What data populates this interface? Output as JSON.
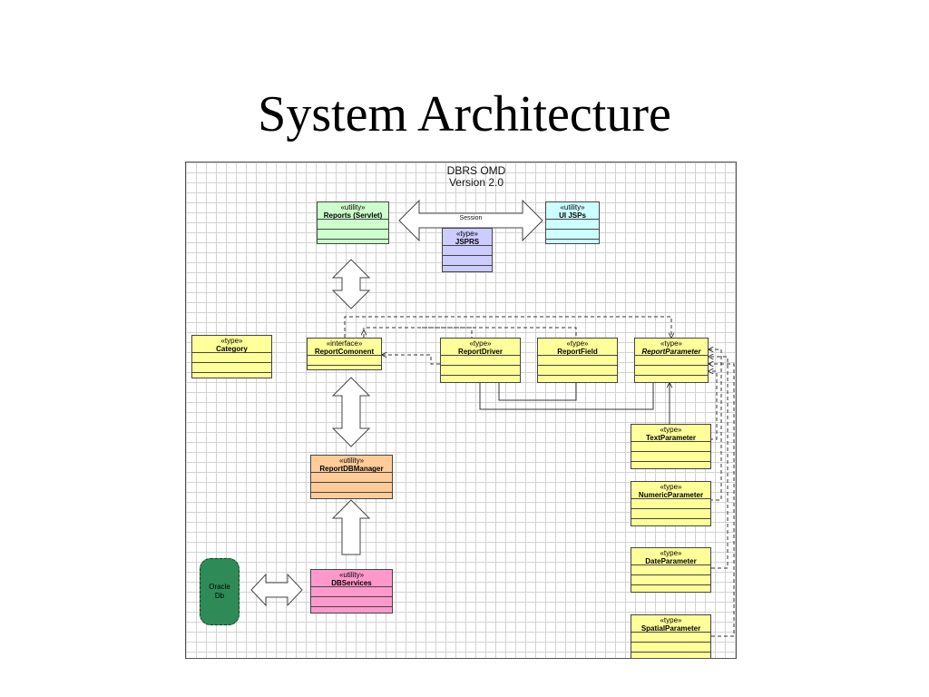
{
  "slide": {
    "title": "System Architecture"
  },
  "diagram": {
    "title_line1": "DBRS OMD",
    "title_line2": "Version 2.0",
    "session_label": "Session",
    "oracle": {
      "line1": "Oracle",
      "line2": "Db"
    },
    "boxes": {
      "reports_servlet": {
        "stereotype": "«utility»",
        "name": "Reports (Servlet)",
        "color": "#ccffcc"
      },
      "ui_jsps": {
        "stereotype": "«utility»",
        "name": "UI JSPs",
        "color": "#ccffff"
      },
      "jsprs": {
        "stereotype": "«type»",
        "name": "JSPRS",
        "color": "#ccccff"
      },
      "category": {
        "stereotype": "«type»",
        "name": "Category",
        "color": "#ffff99"
      },
      "report_component": {
        "stereotype": "«interface»",
        "name": "ReportComonent",
        "color": "#ffff99"
      },
      "report_driver": {
        "stereotype": "«type»",
        "name": "ReportDriver",
        "color": "#ffff99"
      },
      "report_field": {
        "stereotype": "«type»",
        "name": "ReportField",
        "color": "#ffff99"
      },
      "report_parameter": {
        "stereotype": "«type»",
        "name": "ReportParameter",
        "color": "#ffff99"
      },
      "text_parameter": {
        "stereotype": "«type»",
        "name": "TextParameter",
        "color": "#ffff99"
      },
      "numeric_parameter": {
        "stereotype": "«type»",
        "name": "NumericParameter",
        "color": "#ffff99"
      },
      "date_parameter": {
        "stereotype": "«type»",
        "name": "DateParameter",
        "color": "#ffff99"
      },
      "spatial_parameter": {
        "stereotype": "«type»",
        "name": "SpatialParameter",
        "color": "#ffff99"
      },
      "report_db_manager": {
        "stereotype": "«utility»",
        "name": "ReportDBManager",
        "color": "#ffcc99"
      },
      "db_services": {
        "stereotype": "«utility»",
        "name": "DBServices",
        "color": "#ff99cc"
      }
    },
    "colors": {
      "oracle_db": "#2e8b57",
      "grid": "#d3d3d3"
    }
  }
}
